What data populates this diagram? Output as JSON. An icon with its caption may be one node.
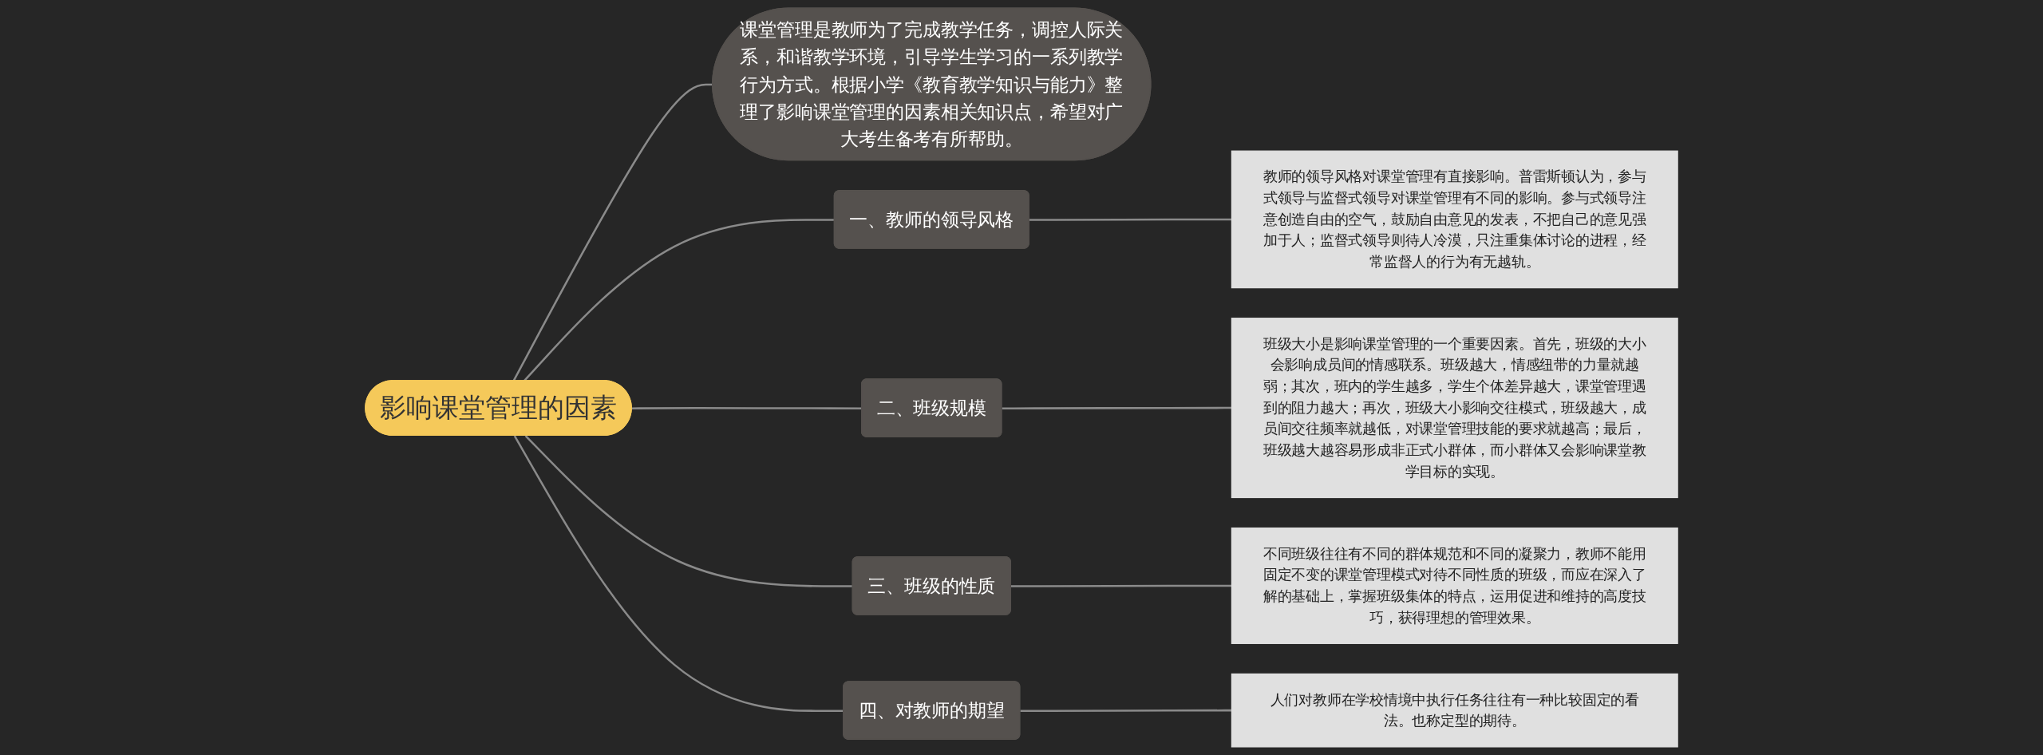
{
  "diagram": {
    "nodes": [
      {
        "text": [
          "影响课堂管理的因素"
        ]
      },
      {
        "text": [
          "课堂管理是教师为了完成教学任务，调控人际关系，和谐教学环境，引导学生学习的一系列教学行为方式。根据小学《教育教学知识与能力》整理了影响课堂管理的因素相关知识点，希望对广大考生备考有所帮助。"
        ]
      },
      {
        "text": [
          "一、教师的领导风格"
        ]
      },
      {
        "text": [
          "教师的领导风格对课堂管理有直接影响。普雷斯顿认为，参与式领导与监督式领导对课堂管理有不同的影响。参与式领导注意创造自由的空气，鼓励自由意见的发表，不把自己的意见强加于人；监督式领导则待人冷漠，只注重集体讨论的进程，经常监督人的行为有无越轨。"
        ]
      },
      {
        "text": [
          "二、班级规模"
        ]
      },
      {
        "text": [
          "班级大小是影响课堂管理的一个重要因素。首先，班级的大小会影响成员间的情感联系。班级越大，情感纽带的力量就越弱；其次，班内的学生越多，学生个体差异越大，课堂管理遇到的阻力越大；再次，班级大小影响交往模式，班级越大，成员间交往频率就越低，对课堂管理技能的要求就越高；最后，班级越大越容易形成非正式小群体，而小群体又会影响课堂教学目标的实现。"
        ]
      },
      {
        "text": [
          "三、班级的性质"
        ]
      },
      {
        "text": [
          "不同班级往往有不同的群体规范和不同的凝聚力，教师不能用固定不变的课堂管理模式对待不同性质的班级，而应在深入了解的基础上，掌握班级集体的特点，运用促进和维持的高度技巧，获得理想的管理效果。"
        ]
      },
      {
        "text": [
          "四、对教师的期望"
        ]
      },
      {
        "text": [
          "人们对教师在学校情境中执行任务往往有一种比较固定的看法。也称定型的期待。"
        ]
      }
    ],
    "edges": [
      {
        "from": 0,
        "to": 1,
        "arrow": "none"
      },
      {
        "from": 0,
        "to": 2,
        "arrow": "none"
      },
      {
        "from": 2,
        "to": 3,
        "arrow": "none"
      },
      {
        "from": 0,
        "to": 4,
        "arrow": "none"
      },
      {
        "from": 4,
        "to": 5,
        "arrow": "none"
      },
      {
        "from": 0,
        "to": 6,
        "arrow": "none"
      },
      {
        "from": 6,
        "to": 7,
        "arrow": "none"
      },
      {
        "from": 0,
        "to": 8,
        "arrow": "none"
      },
      {
        "from": 8,
        "to": 9,
        "arrow": "none"
      }
    ]
  }
}
